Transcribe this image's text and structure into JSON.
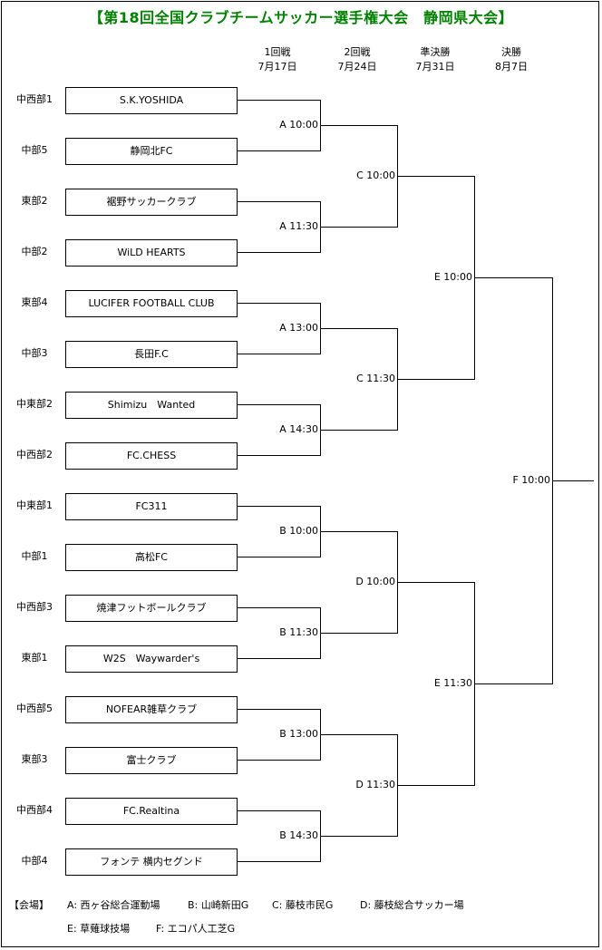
{
  "title": "【第18回全国クラブチームサッカー選手権大会　静岡県大会】",
  "rounds": [
    {
      "name": "1回戦",
      "date": "7月17日"
    },
    {
      "name": "2回戦",
      "date": "7月24日"
    },
    {
      "name": "準決勝",
      "date": "7月31日"
    },
    {
      "name": "決勝",
      "date": "8月7日"
    }
  ],
  "entries": [
    {
      "seed": "中西部1",
      "team": "S.K.YOSHIDA"
    },
    {
      "seed": "中部5",
      "team": "静岡北FC"
    },
    {
      "seed": "東部2",
      "team": "裾野サッカークラブ"
    },
    {
      "seed": "中部2",
      "team": "WiLD HEARTS"
    },
    {
      "seed": "東部4",
      "team": "LUCIFER FOOTBALL CLUB"
    },
    {
      "seed": "中部3",
      "team": "長田F.C"
    },
    {
      "seed": "中東部2",
      "team": "Shimizu　Wanted"
    },
    {
      "seed": "中西部2",
      "team": "FC.CHESS"
    },
    {
      "seed": "中東部1",
      "team": "FC311"
    },
    {
      "seed": "中部1",
      "team": "高松FC"
    },
    {
      "seed": "中西部3",
      "team": "焼津フットボールクラブ"
    },
    {
      "seed": "東部1",
      "team": "W2S　Waywarder's"
    },
    {
      "seed": "中西部5",
      "team": "NOFEAR雑草クラブ"
    },
    {
      "seed": "東部3",
      "team": "富士クラブ"
    },
    {
      "seed": "中西部4",
      "team": "FC.Realtina"
    },
    {
      "seed": "中部4",
      "team": "フォンテ 横内セグンド"
    }
  ],
  "matches": {
    "round1": [
      "A 10:00",
      "A 11:30",
      "A 13:00",
      "A 14:30",
      "B 10:00",
      "B 11:30",
      "B 13:00",
      "B 14:30"
    ],
    "round2": [
      "C 10:00",
      "C 11:30",
      "D 10:00",
      "D 11:30"
    ],
    "semifinal": [
      "E 10:00",
      "E 11:30"
    ],
    "final": [
      "F 10:00"
    ]
  },
  "venues": {
    "label": "【会場】",
    "line1": [
      "A: 西ヶ谷総合運動場",
      "B: 山崎新田G",
      "C: 藤枝市民G",
      "D: 藤枝総合サッカー場"
    ],
    "line2": [
      "E: 草薙球技場",
      "F: エコパ人工芝G"
    ]
  }
}
